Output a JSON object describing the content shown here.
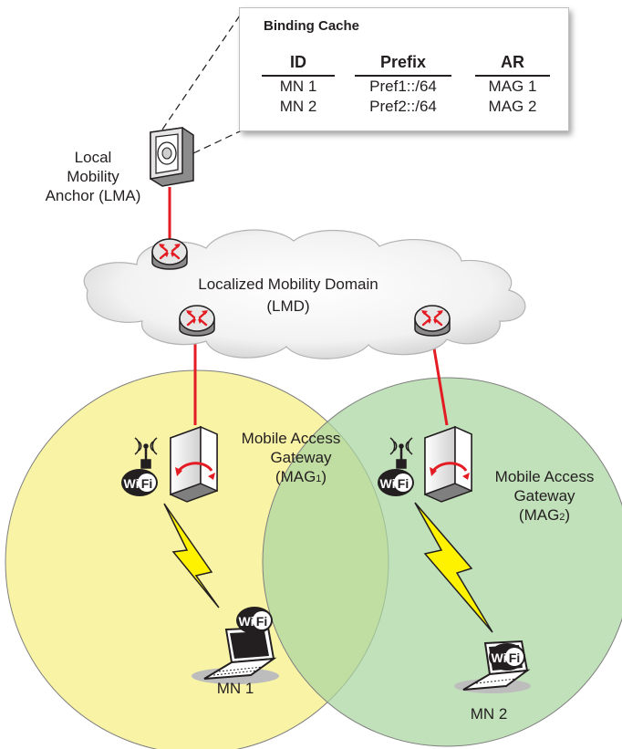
{
  "binding_cache": {
    "title": "Binding Cache",
    "columns": [
      "ID",
      "Prefix",
      "AR"
    ],
    "rows": [
      [
        "MN 1",
        "Pref1::/64",
        "MAG 1"
      ],
      [
        "MN 2",
        "Pref2::/64",
        "MAG 2"
      ]
    ]
  },
  "lma": {
    "label_lines": [
      "Local",
      "Mobility",
      "Anchor (LMA)"
    ]
  },
  "domain": {
    "label_lines": [
      "Localized Mobility Domain",
      "(LMD)"
    ]
  },
  "mag1": {
    "label_lines": [
      "Mobile Access",
      "Gateway"
    ],
    "tag": "(MAG",
    "index": "1",
    "close": ")"
  },
  "mag2": {
    "label_lines": [
      "Mobile Access",
      "Gateway"
    ],
    "tag": "(MAG",
    "index": "2",
    "close": ")"
  },
  "mn1": {
    "label": "MN 1"
  },
  "mn2": {
    "label": "MN 2"
  },
  "wifi_badge": {
    "left": "Wi",
    "right": "Fi"
  },
  "colors": {
    "circle1_fill": "#f9f3a6",
    "circle2_fill": "#bfe0b8",
    "link": "#e31b23",
    "bolt": "#fff200",
    "router_top": "#d9d9d9"
  }
}
